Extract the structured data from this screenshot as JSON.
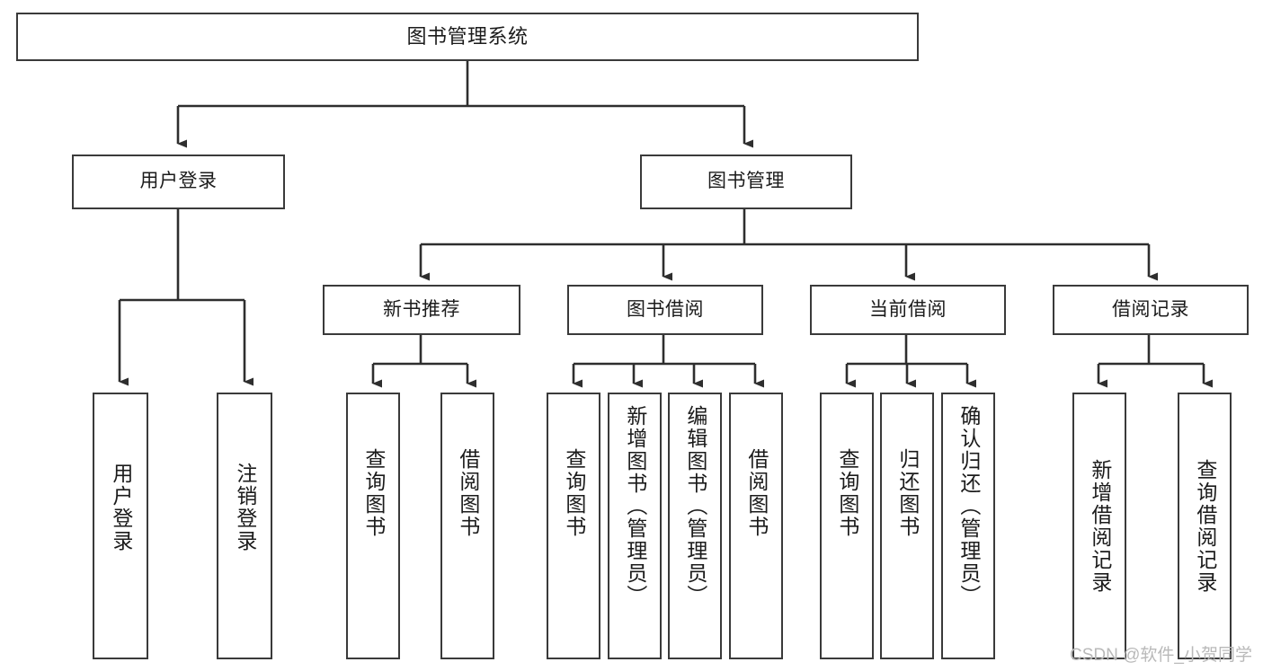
{
  "diagram": {
    "title": "图书管理系统",
    "type": "hierarchy-tree",
    "watermark": "CSDN @软件_小贺同学",
    "colors": {
      "border": "#3a3a3a",
      "background": "#ffffff",
      "text": "#1b1b1b",
      "watermark": "#b9b9b9"
    },
    "levels": {
      "level1": [
        {
          "id": "root",
          "label": "图书管理系统"
        }
      ],
      "level2": [
        {
          "id": "user-login",
          "label": "用户登录"
        },
        {
          "id": "book-management",
          "label": "图书管理"
        }
      ],
      "level3": [
        {
          "id": "new-book-recommend",
          "label": "新书推荐"
        },
        {
          "id": "book-borrow",
          "label": "图书借阅"
        },
        {
          "id": "current-borrow",
          "label": "当前借阅"
        },
        {
          "id": "borrow-record",
          "label": "借阅记录"
        }
      ],
      "level4": {
        "user-login": [
          {
            "id": "leaf-user-login",
            "label": "用户登录"
          },
          {
            "id": "leaf-user-logout",
            "label": "注销登录"
          }
        ],
        "new-book-recommend": [
          {
            "id": "leaf-query-book-1",
            "label": "查询图书"
          },
          {
            "id": "leaf-borrow-book-1",
            "label": "借阅图书"
          }
        ],
        "book-borrow": [
          {
            "id": "leaf-query-book-2",
            "label": "查询图书"
          },
          {
            "id": "leaf-add-book",
            "label": "新增图书（管理员）"
          },
          {
            "id": "leaf-edit-book",
            "label": "编辑图书（管理员）"
          },
          {
            "id": "leaf-borrow-book-2",
            "label": "借阅图书"
          }
        ],
        "current-borrow": [
          {
            "id": "leaf-query-book-3",
            "label": "查询图书"
          },
          {
            "id": "leaf-return-book",
            "label": "归还图书"
          },
          {
            "id": "leaf-confirm-return",
            "label": "确认归还（管理员）"
          }
        ],
        "borrow-record": [
          {
            "id": "leaf-add-record",
            "label": "新增借阅记录"
          },
          {
            "id": "leaf-query-record",
            "label": "查询借阅记录"
          }
        ]
      }
    }
  }
}
